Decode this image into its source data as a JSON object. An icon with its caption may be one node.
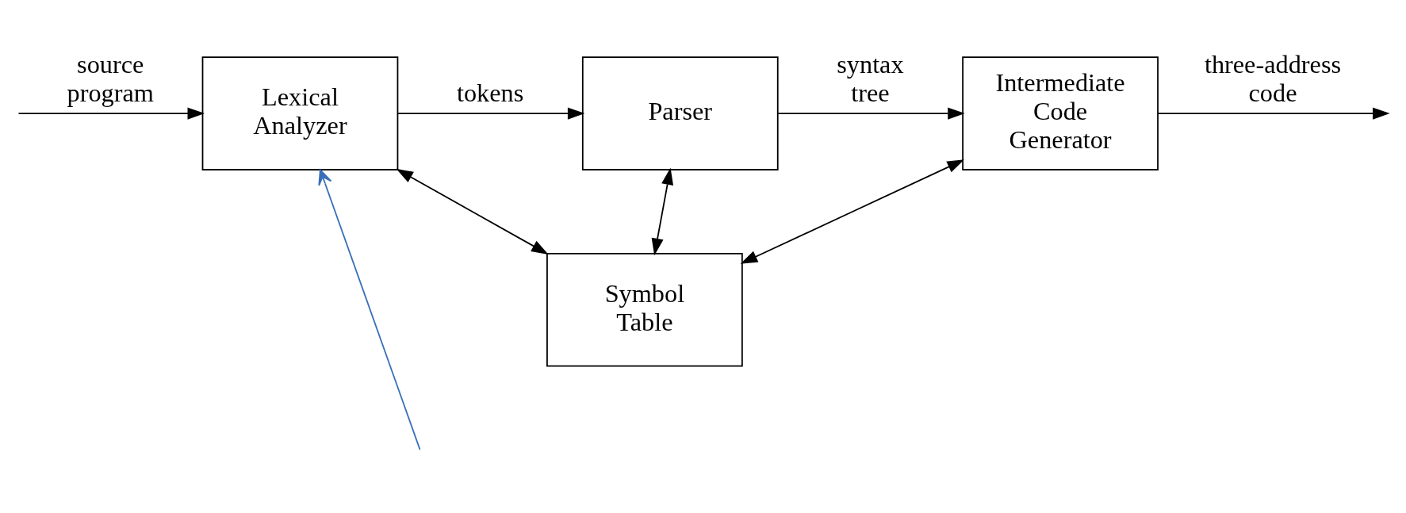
{
  "diagram": {
    "nodes": [
      {
        "text": [
          "Lexical Analyzer"
        ]
      },
      {
        "text": [
          "Parser"
        ]
      },
      {
        "text": [
          "Intermediate Code Generator"
        ]
      },
      {
        "text": [
          "Symbol Table"
        ]
      }
    ],
    "edges": [
      {
        "from": null,
        "to": 0,
        "arrow": "to",
        "color": "#3a70b8"
      },
      {
        "from": null,
        "to": 0,
        "arrow": "to",
        "label": "source program"
      },
      {
        "from": 0,
        "to": 1,
        "arrow": "to",
        "label": "tokens"
      },
      {
        "from": 1,
        "to": 2,
        "arrow": "to",
        "label": "syntax tree"
      },
      {
        "from": 2,
        "to": null,
        "arrow": "to",
        "label": "three-address code"
      },
      {
        "from": 0,
        "to": 3,
        "arrow": "both"
      },
      {
        "from": 1,
        "to": 3,
        "arrow": "both"
      },
      {
        "from": 2,
        "to": 3,
        "arrow": "both"
      }
    ]
  }
}
